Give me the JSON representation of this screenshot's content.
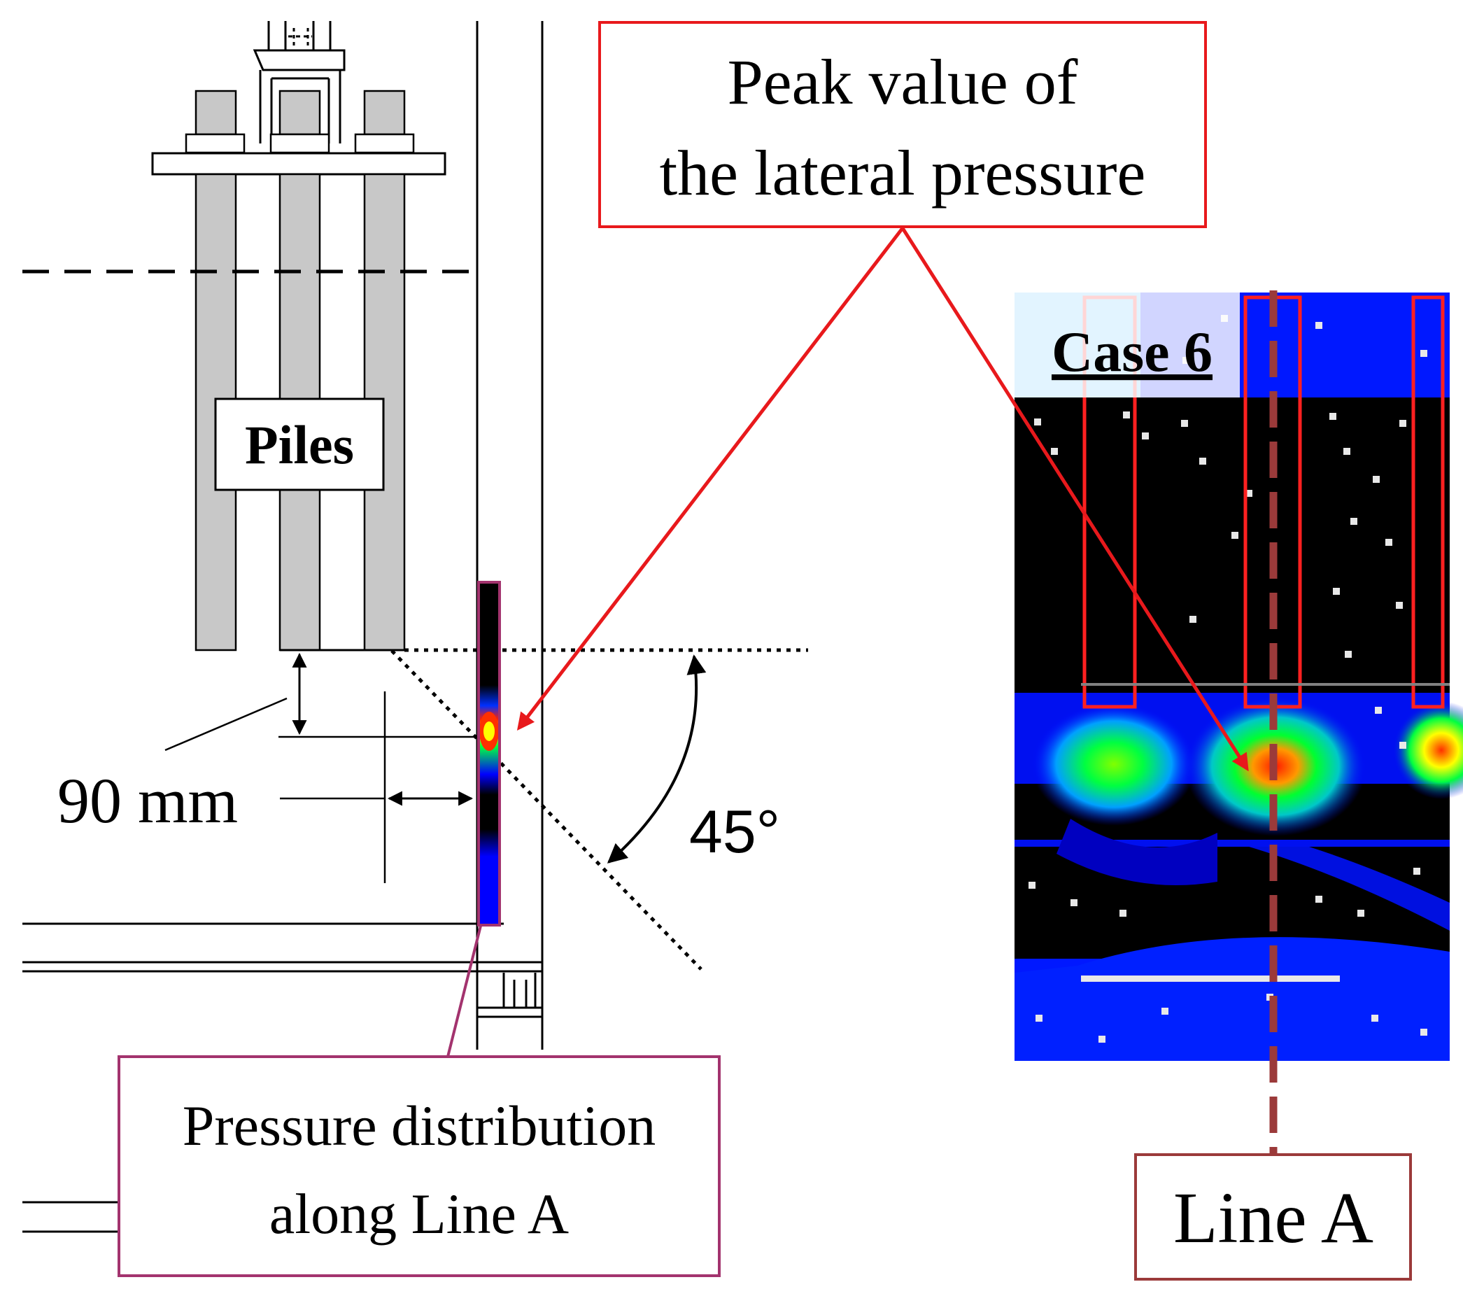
{
  "labels": {
    "piles": "Piles",
    "dimension": "90 mm",
    "angle": "45°",
    "peak_callout_line1": "Peak value of",
    "peak_callout_line2": "the lateral pressure",
    "pressure_callout_line1": "Pressure distribution",
    "pressure_callout_line2": "along Line A",
    "case_title": "Case 6",
    "line_a": "Line A"
  },
  "colors": {
    "drawing_line": "#000000",
    "pile_fill": "#c8c8c8",
    "peak_callout": "#e8191c",
    "pressure_callout": "#a3336e",
    "line_a": "#9b3a3a",
    "heatmap_background": "#000000",
    "heatmap_low": "#0000ff",
    "heatmap_mid": "#00ff40",
    "heatmap_high": "#ff2000",
    "pile_outline_overlay": "#ff2020"
  }
}
